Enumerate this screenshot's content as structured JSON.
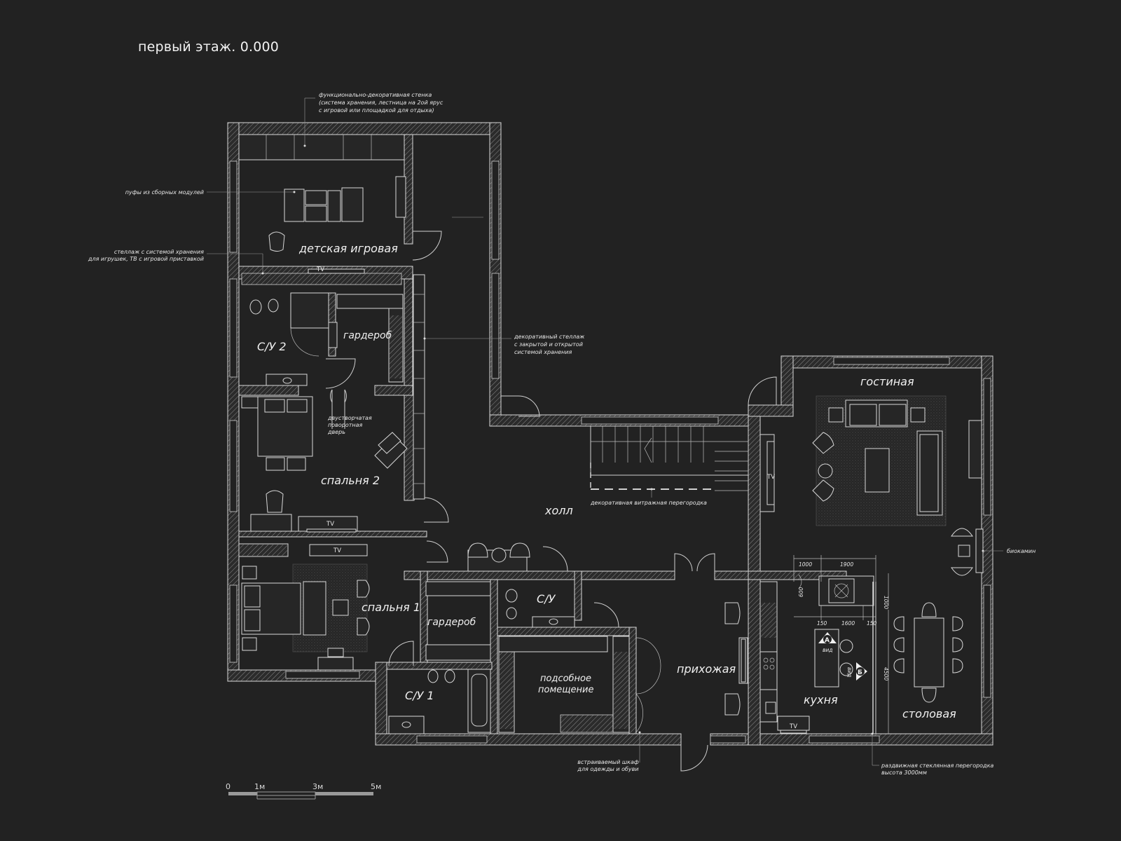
{
  "title": "первый этаж. 0.000",
  "rooms": {
    "kids_play": "детская игровая",
    "bath2": "С/У 2",
    "wardrobe_top": "гардероб",
    "bedroom2": "спальня 2",
    "hall": "холл",
    "living": "гостиная",
    "bedroom1": "спальня 1",
    "wardrobe_bottom": "гардероб",
    "wc": "С/У",
    "bath1": "С/У 1",
    "utility_line1": "подсобное",
    "utility_line2": "помещение",
    "entrance": "прихожая",
    "kitchen": "кухня",
    "dining": "столовая"
  },
  "notes": {
    "wall_unit": [
      "функционально-декоративная стенка",
      "(система хранения, лестница на 2ой ярус",
      "с игровой или площадкой для отдыха)"
    ],
    "poufs": "пуфы из сборных модулей",
    "shelving": [
      "стеллаж с системой хранения",
      "для игрушек, ТВ с игровой приставкой"
    ],
    "deco_rack": [
      "декоративный стеллаж",
      "с закрытой и открытой",
      "системой хранения"
    ],
    "double_door": [
      "двустворчатая",
      "поворотная",
      "дверь"
    ],
    "stained_glass": "декоративная витражная перегородка",
    "fireplace": "биокамин",
    "builtin_closet": [
      "встраиваемый шкаф",
      "для одежды и обуви"
    ],
    "sliding_glass": [
      "раздвижная стеклянная перегородка",
      "высота 3000мм"
    ]
  },
  "tv": "TV",
  "dims": {
    "d1000": "1000",
    "d1900": "1900",
    "d150a": "150",
    "d1600": "1600",
    "d150b": "150",
    "d1000v": "1000",
    "d600": "600",
    "d4500": "4500"
  },
  "views": {
    "a_letter": "А",
    "a_label": "вид",
    "b_letter": "Б",
    "b_label": "вид"
  },
  "scale": [
    "0",
    "1м",
    "3м",
    "5м"
  ],
  "colors": {
    "background": "#222222",
    "lines": "#d8d8d8",
    "text": "#f0f0f0"
  }
}
